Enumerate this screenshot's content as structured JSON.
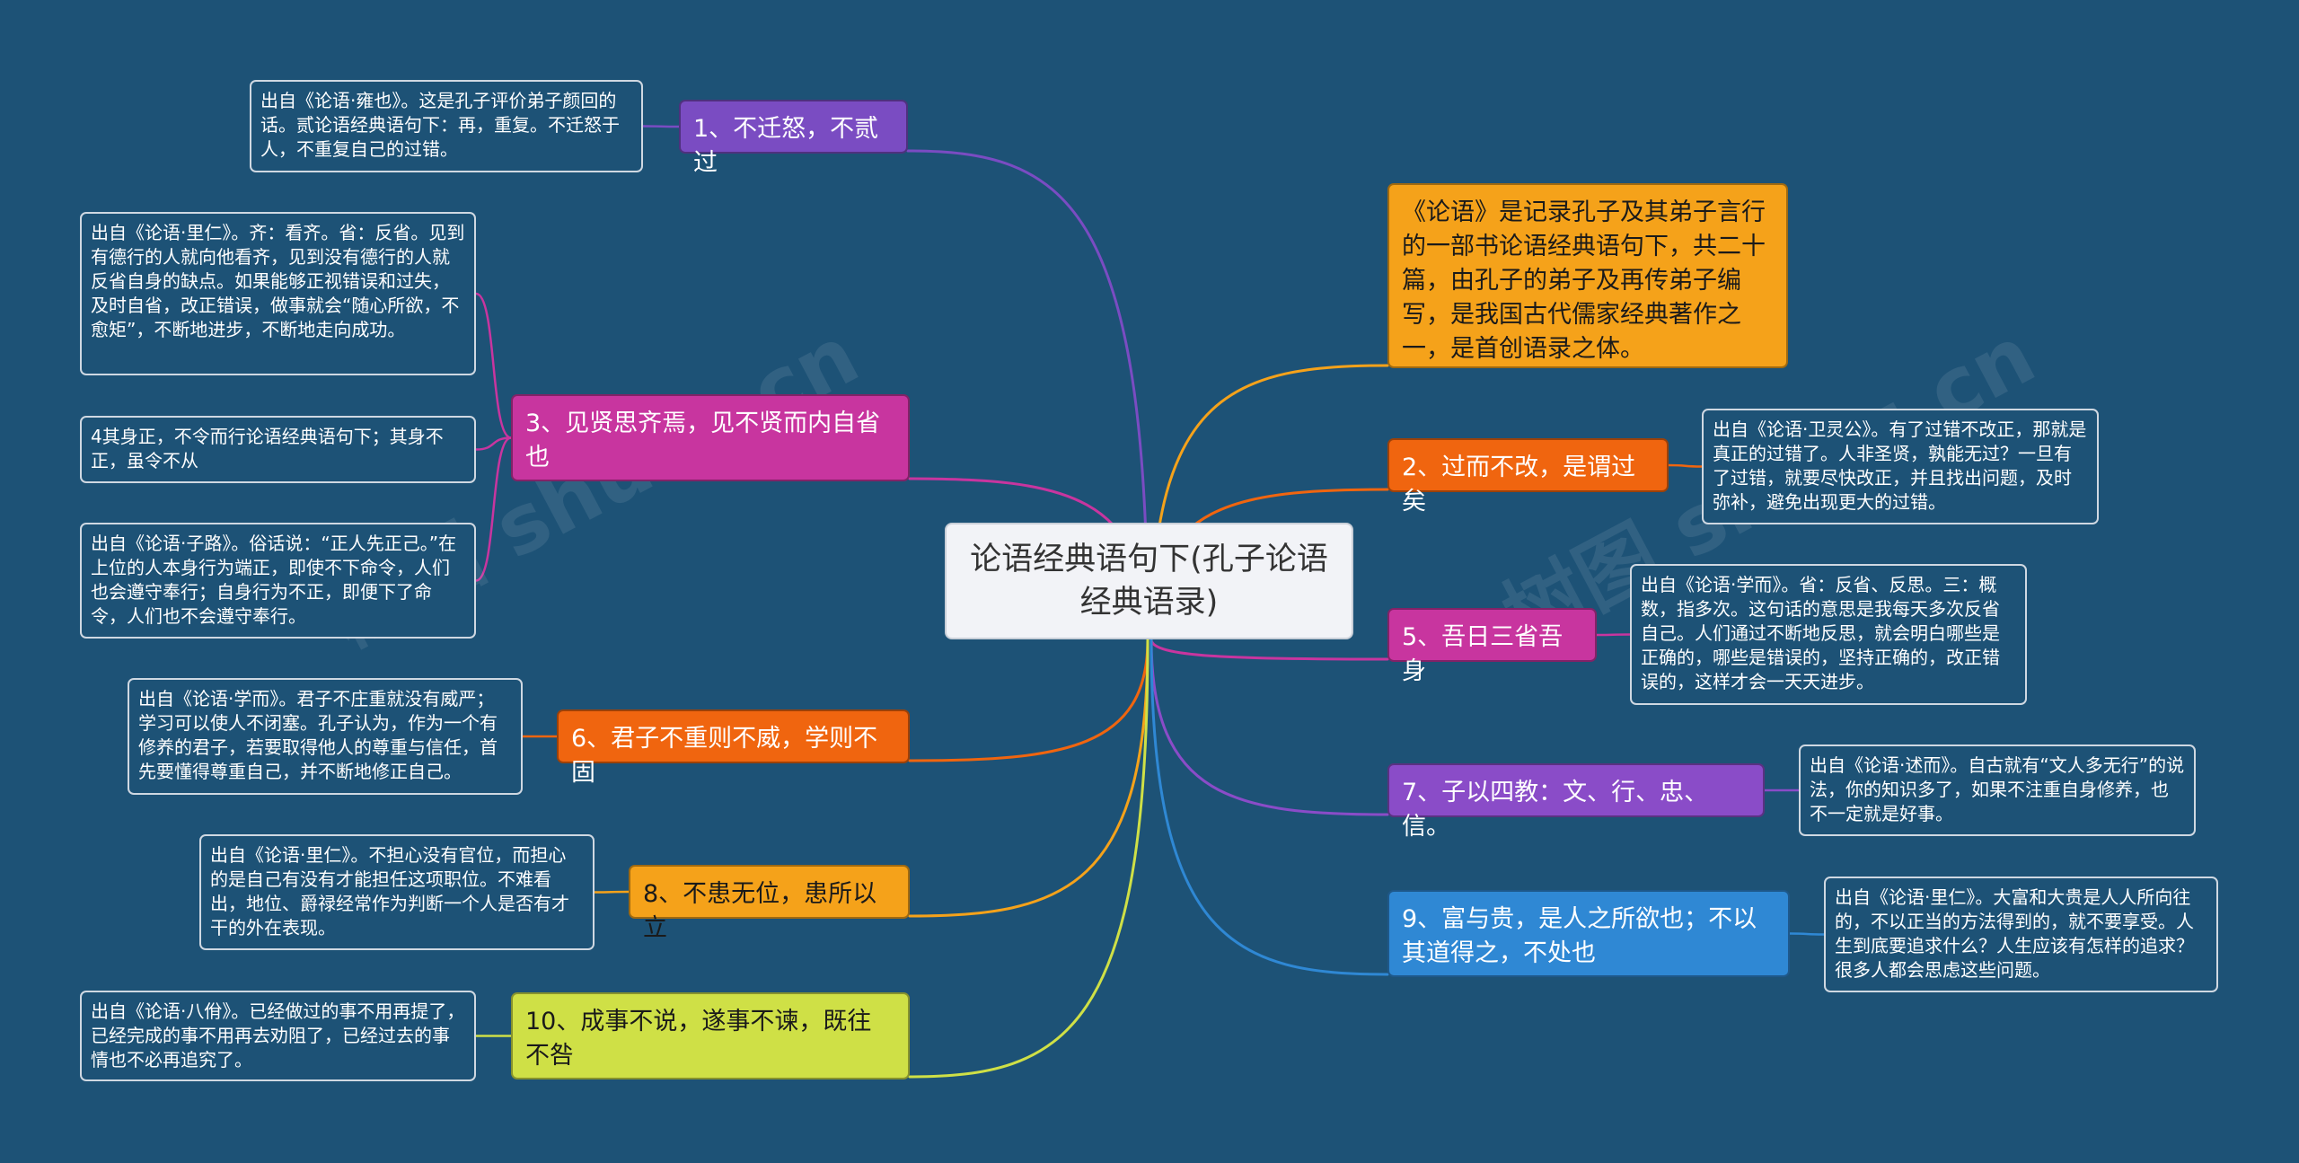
{
  "center": {
    "text": "论语经典语句下(孔子论语经典语录)"
  },
  "colors": {
    "background": "#1d5276",
    "purple": "#7a4cc2",
    "magenta": "#c8359f",
    "orange": "#f0650f",
    "amber": "#f5a21a",
    "violet": "#8a4cc8",
    "blue": "#2f88d4",
    "lime": "#cfe046"
  },
  "branches": [
    {
      "id": "b1",
      "text": "1、不迁怒，不贰过",
      "color": "#7a4cc2",
      "text_color": "#ffffff",
      "notes": [
        "出自《论语·雍也》。这是孔子评价弟子颜回的话。贰论语经典语句下：再，重复。不迁怒于人，不重复自己的过错。"
      ]
    },
    {
      "id": "b3",
      "text": "3、见贤思齐焉，见不贤而内自省也",
      "color": "#c8359f",
      "text_color": "#ffffff",
      "notes": [
        "出自《论语·里仁》。齐：看齐。省：反省。见到有德行的人就向他看齐，见到没有德行的人就反省自身的缺点。如果能够正视错误和过失，及时自省，改正错误，做事就会“随心所欲，不愈矩”，不断地进步，不断地走向成功。",
        "4其身正，不令而行论语经典语句下；其身不正，虽令不从",
        "出自《论语·子路》。俗话说：“正人先正己。”在上位的人本身行为端正，即使不下命令，人们也会遵守奉行；自身行为不正，即便下了命令，人们也不会遵守奉行。"
      ]
    },
    {
      "id": "b6",
      "text": "6、君子不重则不威，学则不固",
      "color": "#f0650f",
      "text_color": "#ffffff",
      "notes": [
        "出自《论语·学而》。君子不庄重就没有威严；学习可以使人不闭塞。孔子认为，作为一个有修养的君子，若要取得他人的尊重与信任，首先要懂得尊重自己，并不断地修正自己。"
      ]
    },
    {
      "id": "b8",
      "text": "8、不患无位，患所以立",
      "color": "#f5a21a",
      "text_color": "#1a1a1a",
      "notes": [
        "出自《论语·里仁》。不担心没有官位，而担心的是自己有没有才能担任这项职位。不难看出，地位、爵禄经常作为判断一个人是否有才干的外在表现。"
      ]
    },
    {
      "id": "b10",
      "text": "10、成事不说，遂事不谏，既往不咎",
      "color": "#cfe046",
      "text_color": "#1a1a1a",
      "notes": [
        "出自《论语·八佾》。已经做过的事不用再提了，已经完成的事不用再去劝阻了，已经过去的事情也不必再追究了。"
      ]
    },
    {
      "id": "bintro",
      "text": "《论语》是记录孔子及其弟子言行的一部书论语经典语句下，共二十篇，由孔子的弟子及再传弟子编写，是我国古代儒家经典著作之一，是首创语录之体。",
      "color": "#f5a21a",
      "text_color": "#1a1a1a",
      "notes": []
    },
    {
      "id": "b2",
      "text": "2、过而不改，是谓过矣",
      "color": "#f0650f",
      "text_color": "#ffffff",
      "notes": [
        "出自《论语·卫灵公》。有了过错不改正，那就是真正的过错了。人非圣贤，孰能无过？一旦有了过错，就要尽快改正，并且找出问题，及时弥补，避免出现更大的过错。"
      ]
    },
    {
      "id": "b5",
      "text": "5、吾日三省吾身",
      "color": "#c8359f",
      "text_color": "#ffffff",
      "notes": [
        "出自《论语·学而》。省：反省、反思。三：概数，指多次。这句话的意思是我每天多次反省自己。人们通过不断地反思，就会明白哪些是正确的，哪些是错误的，坚持正确的，改正错误的，这样才会一天天进步。"
      ]
    },
    {
      "id": "b7",
      "text": "7、子以四教：文、行、忠、信。",
      "color": "#8a4cc8",
      "text_color": "#ffffff",
      "notes": [
        "出自《论语·述而》。自古就有“文人多无行”的说法，你的知识多了，如果不注重自身修养，也不一定就是好事。"
      ]
    },
    {
      "id": "b9",
      "text": "9、富与贵，是人之所欲也；不以其道得之，不处也",
      "color": "#2f88d4",
      "text_color": "#ffffff",
      "notes": [
        "出自《论语·里仁》。大富和大贵是人人所向往的，不以正当的方法得到的，就不要享受。人生到底要追求什么？人生应该有怎样的追求？很多人都会思虑这些问题。"
      ]
    }
  ],
  "watermarks": [
    "树图 shutu.cn",
    "树图 shutu.cn"
  ]
}
